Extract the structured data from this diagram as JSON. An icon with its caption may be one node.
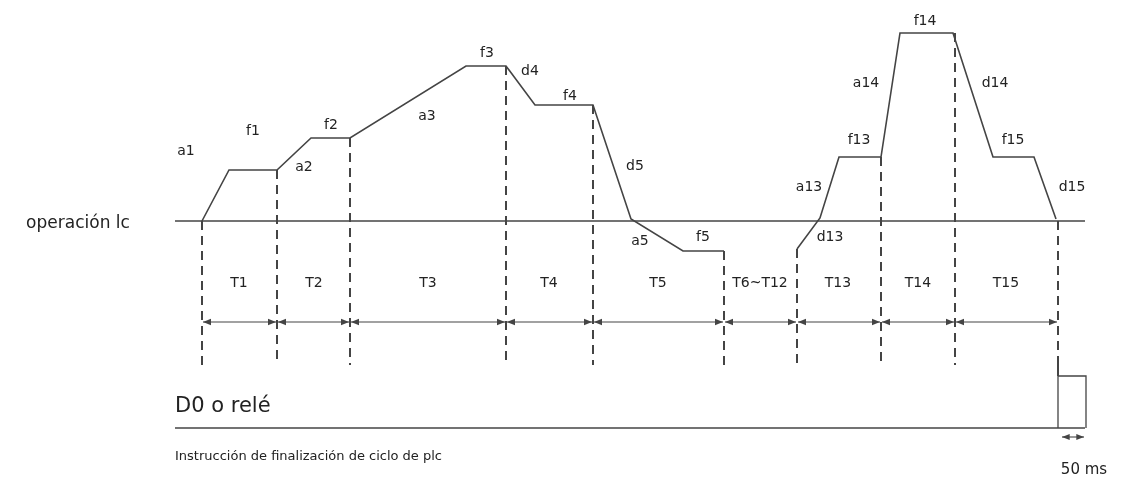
{
  "diagram": {
    "labels": [
      "operación lc",
      "a1",
      "f1",
      "a2",
      "f2",
      "a3",
      "f3",
      "d4",
      "f4",
      "d5",
      "a5",
      "f5",
      "a13",
      "d13",
      "f13",
      "a14",
      "f14",
      "d14",
      "f15",
      "d15",
      "T1",
      "T2",
      "T3",
      "T4",
      "T5",
      "T6~T12",
      "T13",
      "T14",
      "T15",
      "D0 o relé",
      "Instrucción de finalización de ciclo de plc",
      "50 ms"
    ]
  }
}
